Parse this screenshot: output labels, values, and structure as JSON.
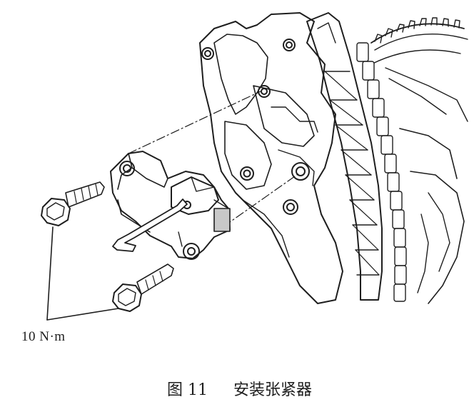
{
  "figure": {
    "torque_label": "10 N·m",
    "caption_number": "图 11",
    "caption_title": "安装张紧器"
  },
  "palette": {
    "ink": "#1e1e1e",
    "paper": "#ffffff",
    "shade": "#c8c8c8"
  },
  "icons": [
    "tensioner-body-icon",
    "bolt-icon",
    "hex-key-icon",
    "timing-chain-icon",
    "engine-block-icon",
    "cam-gear-icon"
  ]
}
